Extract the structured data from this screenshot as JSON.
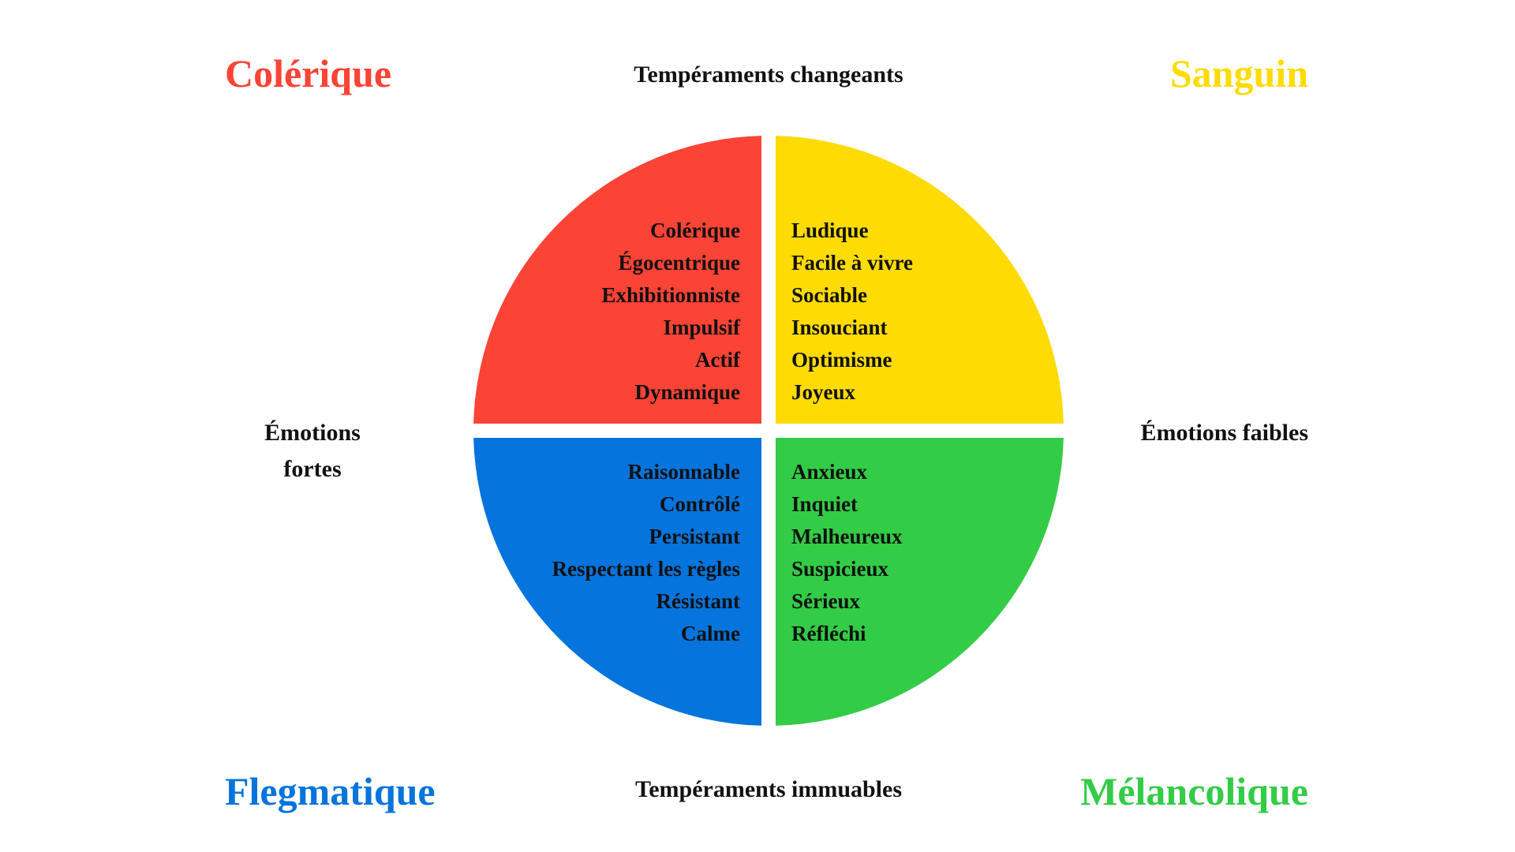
{
  "colors": {
    "colerique": "#fb4336",
    "sanguin": "#fedb02",
    "flegmatique": "#0574dc",
    "melancolique": "#33cc46",
    "text": "#111111",
    "background": "#ffffff"
  },
  "quadrants": [
    {
      "key": "colerique",
      "title": "Colérique",
      "traits": [
        "Colérique",
        "Égocentrique",
        "Exhibitionniste",
        "Impulsif",
        "Actif",
        "Dynamique"
      ]
    },
    {
      "key": "sanguin",
      "title": "Sanguin",
      "traits": [
        "Ludique",
        "Facile à vivre",
        "Sociable",
        "Insouciant",
        "Optimisme",
        "Joyeux"
      ]
    },
    {
      "key": "flegmatique",
      "title": "Flegmatique",
      "traits": [
        "Raisonnable",
        "Contrôlé",
        "Persistant",
        "Respectant les règles",
        "Résistant",
        "Calme"
      ]
    },
    {
      "key": "melancolique",
      "title": "Mélancolique",
      "traits": [
        "Anxieux",
        "Inquiet",
        "Malheureux",
        "Suspicieux",
        "Sérieux",
        "Réfléchi"
      ]
    }
  ],
  "axes": {
    "top": "Tempéraments changeants",
    "bottom": "Tempéraments immuables",
    "left": "Émotions fortes",
    "right": "Émotions faibles"
  }
}
